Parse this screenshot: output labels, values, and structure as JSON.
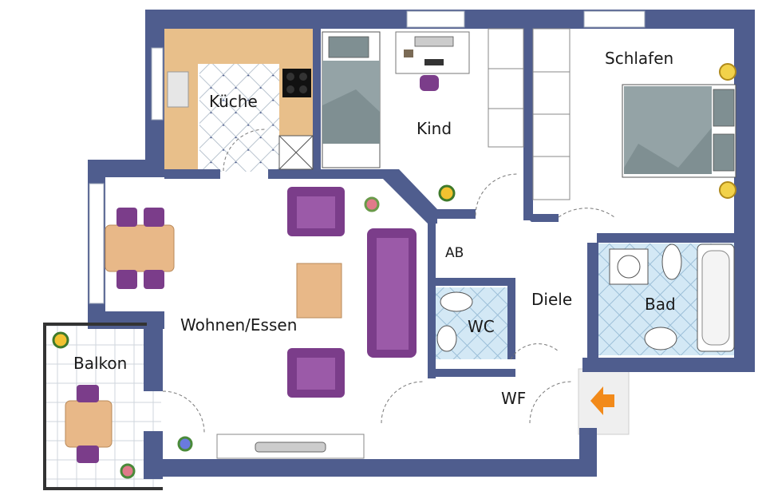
{
  "rooms": {
    "kueche": "Küche",
    "kind": "Kind",
    "schlafen": "Schlafen",
    "wohnen": "Wohnen/Essen",
    "balkon": "Balkon",
    "ab": "AB",
    "wc": "WC",
    "diele": "Diele",
    "bad": "Bad",
    "wf": "WF"
  },
  "colors": {
    "wall": "#4f5d8e",
    "kitchen_counter": "#e8bf8a",
    "bed_blanket": "#7f8f92",
    "sofa": "#7b3d8a",
    "table": "#e8b888",
    "tile_wet": "#c9e3f2",
    "entrance_arrow": "#f28a1a"
  },
  "icons": {
    "entrance": "orange-entrance-arrow",
    "plant": "flower-plant-icon",
    "lamp": "nightstand-lamp-icon"
  }
}
